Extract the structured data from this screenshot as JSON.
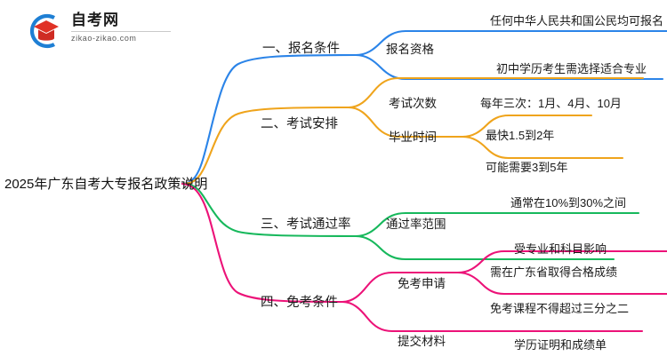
{
  "watermark": {
    "name": "zikao-logo",
    "cn_text": "自考网",
    "domain_text": "zikao-zikao.com",
    "arc_color": "#1e7fd4",
    "cap_color": "#e03226"
  },
  "mindmap": {
    "type": "mindmap",
    "root": {
      "label": "2025年广东自考大专报名政策说明"
    },
    "branches": [
      {
        "label": "一、报名条件",
        "color": "#2b84e8",
        "children": [
          {
            "label": "报名资格",
            "children": [
              {
                "label": "任何中华人民共和国公民均可报名"
              },
              {
                "label": "初中学历考生需选择适合专业"
              }
            ]
          }
        ]
      },
      {
        "label": "二、考试安排",
        "color": "#efa41c",
        "children": [
          {
            "label": "考试次数",
            "children": [
              {
                "label": "每年三次：1月、4月、10月"
              }
            ]
          },
          {
            "label": "毕业时间",
            "children": [
              {
                "label": "最快1.5到2年"
              },
              {
                "label": "可能需要3到5年"
              }
            ]
          }
        ]
      },
      {
        "label": "三、考试通过率",
        "color": "#17b85c",
        "children": [
          {
            "label": "通过率范围",
            "children": [
              {
                "label": "通常在10%到30%之间"
              },
              {
                "label": "受专业和科目影响"
              }
            ]
          }
        ]
      },
      {
        "label": "四、免考条件",
        "color": "#ec1278",
        "children": [
          {
            "label": "免考申请",
            "children": [
              {
                "label": "需在广东省取得合格成绩"
              },
              {
                "label": "免考课程不得超过三分之二"
              }
            ]
          },
          {
            "label": "提交材料",
            "children": [
              {
                "label": "学历证明和成绩单"
              }
            ]
          }
        ]
      }
    ]
  }
}
